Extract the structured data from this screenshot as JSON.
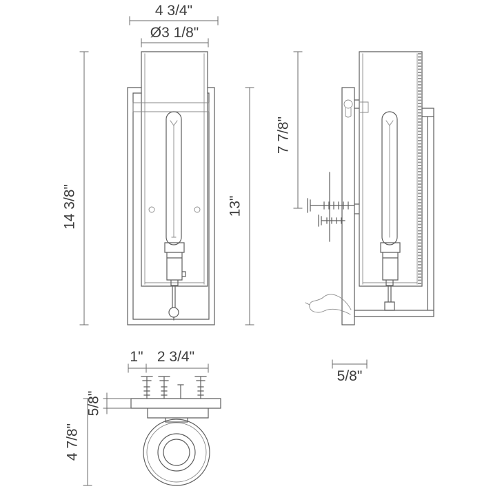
{
  "colors": {
    "line": "#5e5e5e",
    "text": "#3d3d3d",
    "background": "#ffffff"
  },
  "dimensions": {
    "front": {
      "overall_width": "4 3/4\"",
      "glass_diameter": "Ø3 1/8\"",
      "overall_height": "14 3/8\"",
      "frame_height": "13\""
    },
    "side": {
      "upper_height": "7 7/8\"",
      "backplate_width": "5/8\""
    },
    "bottom": {
      "inset": "1\"",
      "projection": "2 3/4\"",
      "plate_thickness": "5/8\"",
      "overall_depth": "4 7/8\""
    }
  }
}
